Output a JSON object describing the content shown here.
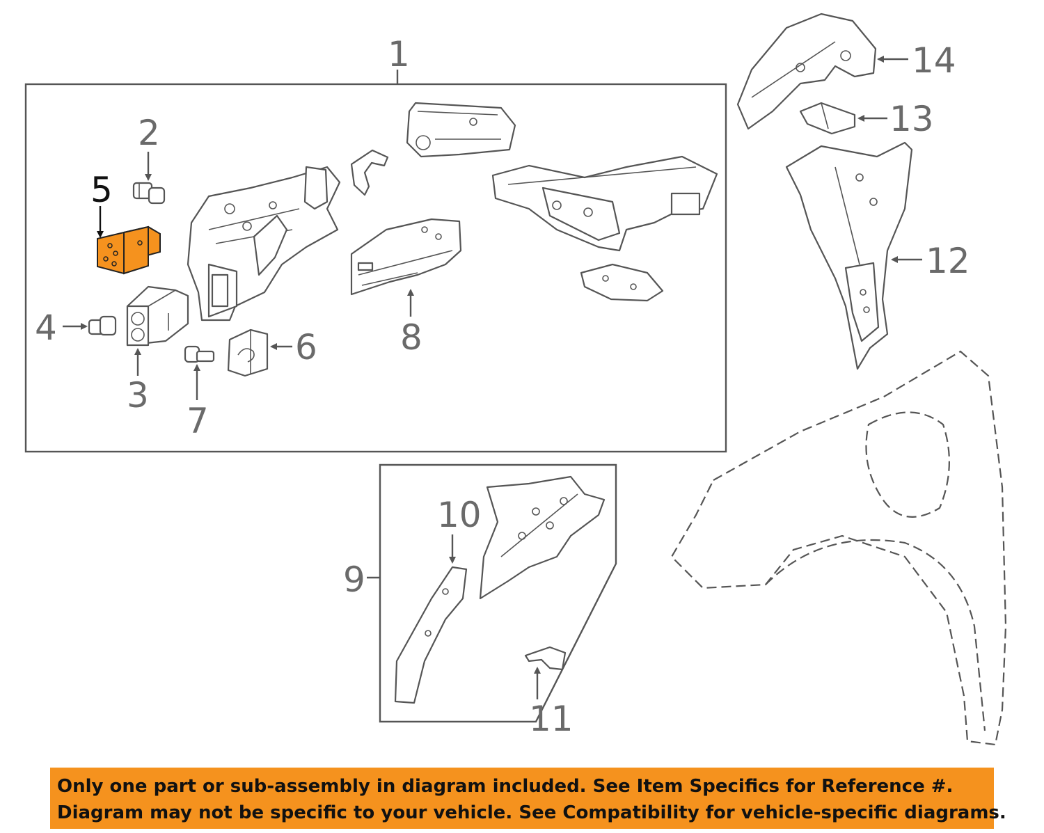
{
  "callouts": {
    "c1": "1",
    "c2": "2",
    "c3": "3",
    "c4": "4",
    "c5": "5",
    "c6": "6",
    "c7": "7",
    "c8": "8",
    "c9": "9",
    "c10": "10",
    "c11": "11",
    "c12": "12",
    "c13": "13",
    "c14": "14"
  },
  "highlighted_part": "5",
  "colors": {
    "highlight": "#f5921e",
    "banner": "#f5921e",
    "line": "#555555"
  },
  "banner": {
    "line1": "Only one part or sub-assembly in diagram included. See Item Specifics for Reference #.",
    "line2": "Diagram may not be specific to your vehicle. See Compatibility for vehicle-specific diagrams."
  }
}
